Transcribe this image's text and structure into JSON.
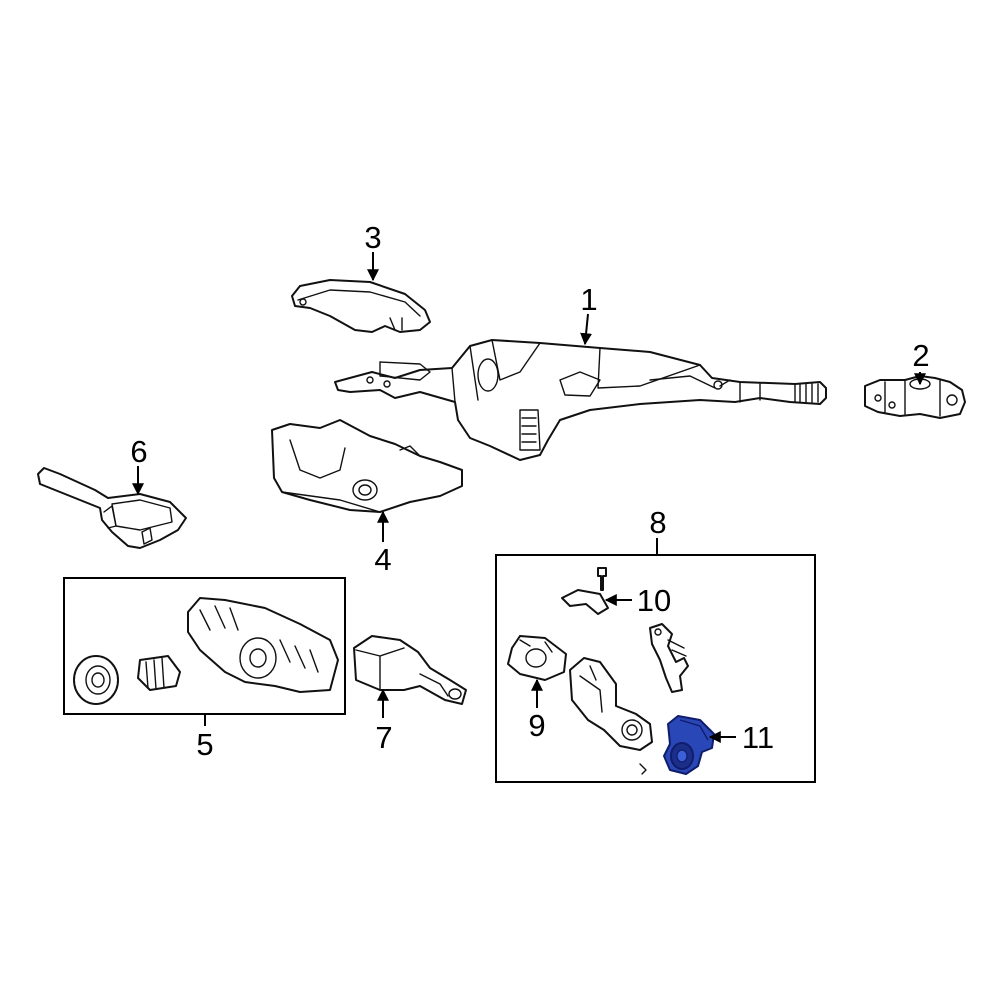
{
  "callouts": {
    "c1": "1",
    "c2": "2",
    "c3": "3",
    "c4": "4",
    "c5": "5",
    "c6": "6",
    "c7": "7",
    "c8": "8",
    "c9": "9",
    "c10": "10",
    "c11": "11"
  },
  "colors": {
    "line": "#111111",
    "highlight_fill": "#2a47b8",
    "highlight_stroke": "#0f1d6b",
    "background": "#ffffff"
  },
  "highlighted_part": "11"
}
